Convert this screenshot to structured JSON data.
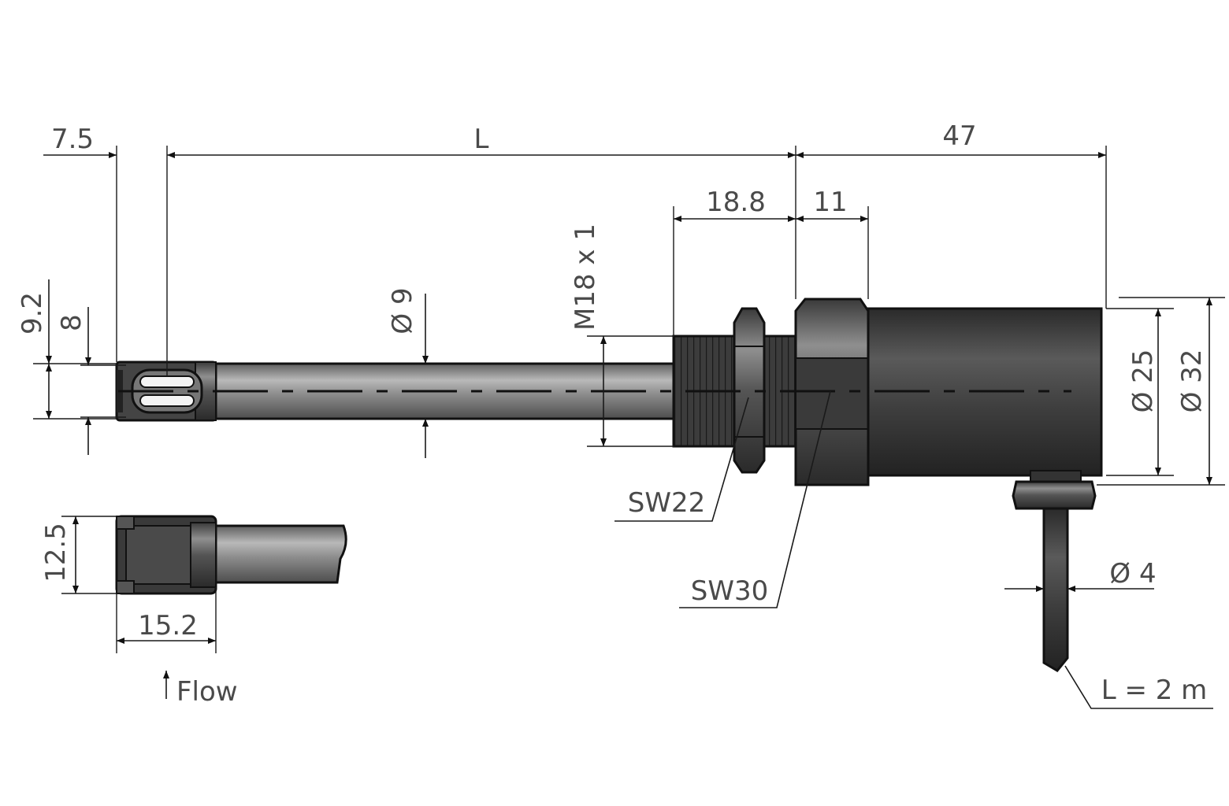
{
  "dimensions": {
    "d_7_5": "7.5",
    "d_L": "L",
    "d_47": "47",
    "d_18_8": "18.8",
    "d_11": "11",
    "d_9_2": "9.2",
    "d_8": "8",
    "d_dia9": "Ø 9",
    "d_thread": "M18 x 1",
    "d_dia25": "Ø 25",
    "d_dia32": "Ø 32",
    "d_12_5": "12.5",
    "d_15_2": "15.2",
    "d_dia4": "Ø 4"
  },
  "callouts": {
    "sw22": "SW22",
    "sw30": "SW30",
    "cable_length": "L = 2 m",
    "flow": "Flow"
  },
  "colors": {
    "body_dark": "#3a3a3a",
    "rod_gray": "#8a8a8a",
    "text": "#4a4a4a"
  }
}
